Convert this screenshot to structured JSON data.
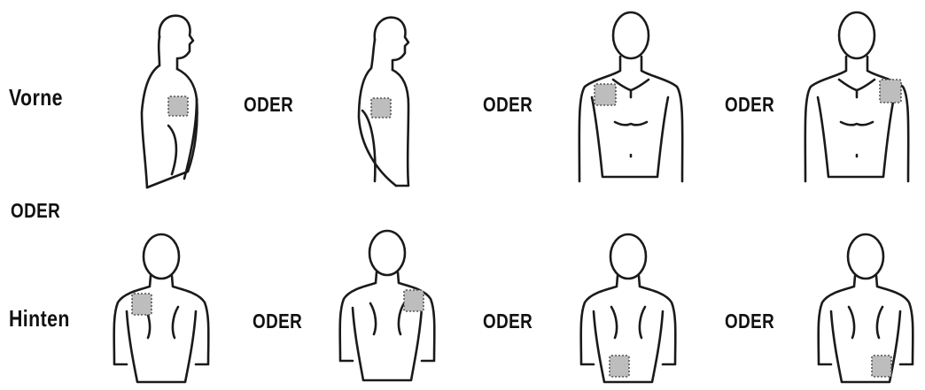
{
  "labels": {
    "front": "Vorne",
    "back": "Hinten",
    "or": "ODER"
  },
  "figures": {
    "front": [
      {
        "view": "side-right",
        "patch": "upper-arm-outer",
        "name": "front-side-right-upper-arm"
      },
      {
        "view": "side-left",
        "patch": "upper-arm-outer",
        "name": "front-side-left-upper-arm"
      },
      {
        "view": "front",
        "patch": "right-upper-chest",
        "name": "front-upper-chest-right"
      },
      {
        "view": "front",
        "patch": "left-upper-chest",
        "name": "front-upper-chest-left"
      }
    ],
    "back": [
      {
        "view": "back",
        "patch": "left-upper-back",
        "name": "back-upper-left"
      },
      {
        "view": "back",
        "patch": "right-upper-back",
        "name": "back-upper-right"
      },
      {
        "view": "back",
        "patch": "lower-back-left",
        "name": "back-lower-left"
      },
      {
        "view": "back",
        "patch": "lower-back-right",
        "name": "back-lower-right"
      }
    ]
  },
  "colors": {
    "outline": "#1a1a1a",
    "patch_fill": "#bdbdbd",
    "patch_border": "#555555"
  }
}
